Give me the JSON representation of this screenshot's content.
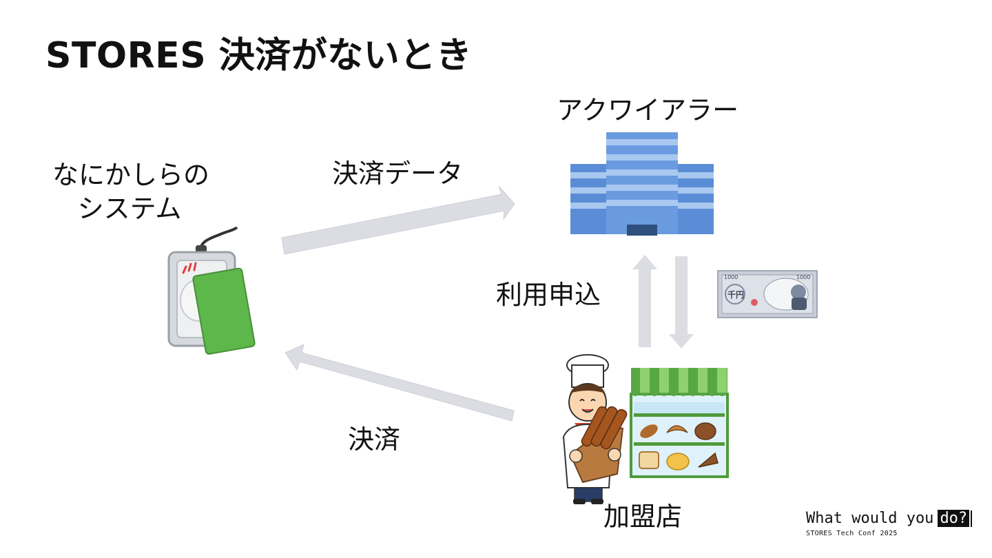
{
  "slide": {
    "title": "STORES 決済がないとき"
  },
  "diagram": {
    "system_label_line1": "なにかしらの",
    "system_label_line2": "システム",
    "payment_data_label": "決済データ",
    "acquirer_label": "アクワイアラー",
    "apply_label": "利用申込",
    "settlement_label": "決済",
    "merchant_label": "加盟店",
    "banknote_text": "千円",
    "banknote_value": "1000"
  },
  "footer": {
    "brand_main": "What would you",
    "brand_highlight": "do?",
    "event": "STORES Tech Conf 2025"
  },
  "colors": {
    "arrow": "#dcdce3",
    "building": "#5b8dd6",
    "card": "#5db74a",
    "awning": "#57a843"
  }
}
